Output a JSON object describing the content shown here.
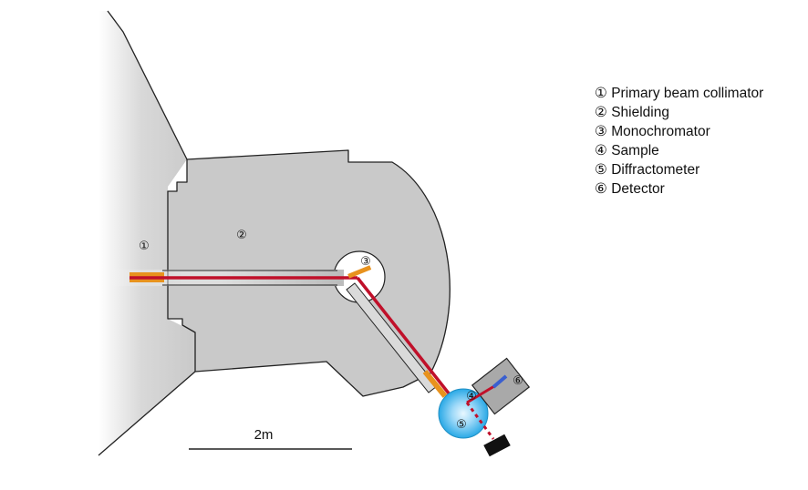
{
  "markers": {
    "m1": "①",
    "m2": "②",
    "m3": "③",
    "m4": "④",
    "m5": "⑤",
    "m6": "⑥"
  },
  "legend": [
    "① Primary beam collimator",
    "② Shielding",
    "③ Monochromator",
    "④ Sample",
    "⑤ Diffractometer",
    "⑥ Detector"
  ],
  "scale_bar": {
    "label": "2m"
  },
  "colors": {
    "shielding": "#c9c9c9",
    "outline": "#222222",
    "beam_red": "#c0102a",
    "beam_orange": "#e8921e",
    "diffractometer_blue": "#2aa9e6",
    "detector_housing": "#a9a9a9",
    "detector": "#111111"
  }
}
